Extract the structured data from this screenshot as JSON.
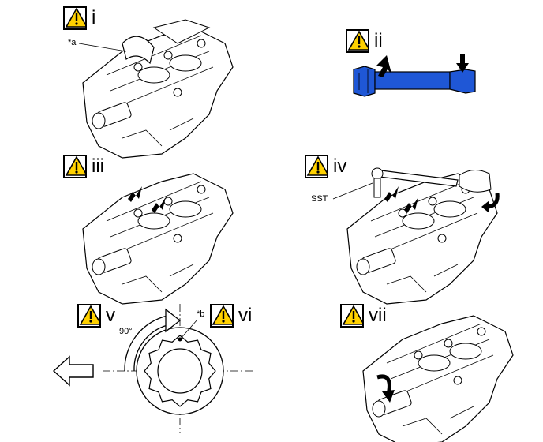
{
  "steps": [
    {
      "label": "i"
    },
    {
      "label": "ii"
    },
    {
      "label": "iii"
    },
    {
      "label": "iv"
    },
    {
      "label": "v"
    },
    {
      "label": "vi"
    },
    {
      "label": "vii"
    }
  ],
  "callouts": {
    "a": "*a",
    "sst": "SST",
    "b": "*b",
    "angle": "90°"
  },
  "colors": {
    "warning_yellow": "#FFD100",
    "tool_blue": "#1f57d6",
    "line": "#000000"
  },
  "icons": [
    "warning-icon",
    "arrow-icon",
    "rotate-arrow-icon",
    "hollow-arrow-icon"
  ]
}
